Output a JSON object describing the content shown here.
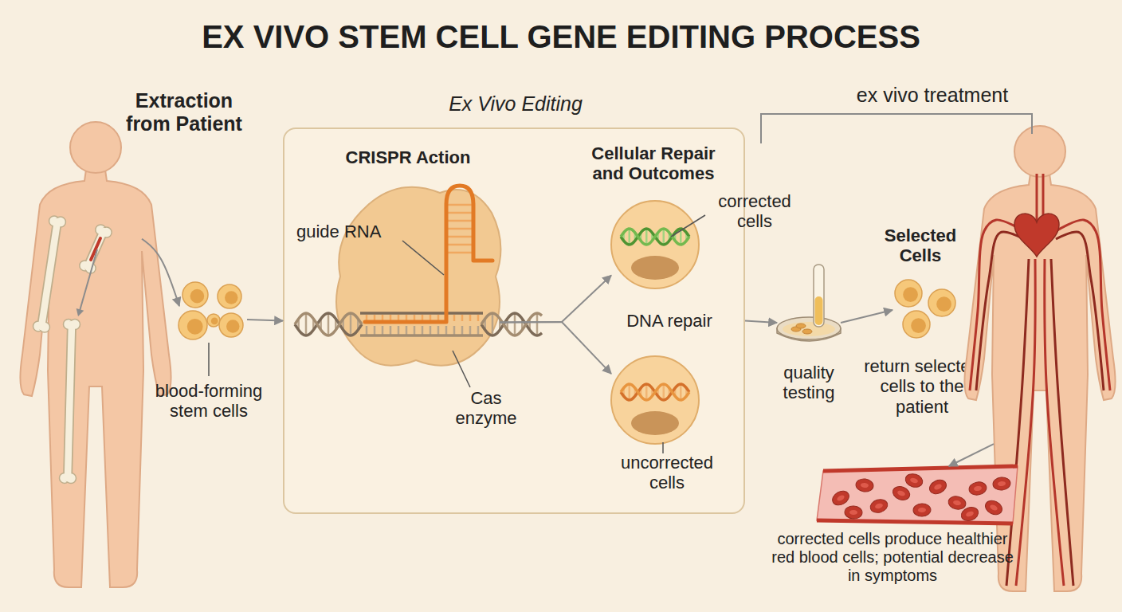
{
  "diagram": {
    "title": "EX VIVO STEM CELL GENE EDITING PROCESS",
    "nodes": [
      {
        "text": [
          "Extraction from Patient"
        ]
      },
      {
        "text": [
          "blood-forming stem cells"
        ]
      },
      {
        "text": [
          "Ex Vivo Editing"
        ]
      },
      {
        "text": [
          "CRISPR Action"
        ],
        "in": 2
      },
      {
        "text": [
          "corrected cells"
        ],
        "in": 2
      },
      {
        "text": [
          "uncorrected cells"
        ],
        "in": 2
      },
      {
        "text": [
          "quality testing"
        ]
      },
      {
        "text": [
          "Selected Cells",
          "return selected cells to the patient"
        ]
      },
      {
        "text": [
          "ex vivo treatment"
        ]
      },
      {
        "text": [
          "corrected cells produce healthier red blood cells; potential decrease in symptoms"
        ]
      }
    ],
    "edges": [
      {
        "from": 0,
        "to": 1,
        "arrow": "to"
      },
      {
        "from": 1,
        "to": 2,
        "arrow": "to"
      },
      {
        "from": 3,
        "to": 4,
        "arrow": "to"
      },
      {
        "from": 3,
        "to": 5,
        "arrow": "to"
      },
      {
        "from": 2,
        "to": 6,
        "arrow": "to"
      },
      {
        "from": 6,
        "to": 7,
        "arrow": "to"
      },
      {
        "from": 8,
        "to": 9,
        "arrow": "to"
      }
    ],
    "labels": [
      "guide RNA",
      "Cas enzyme",
      "Cellular Repair and Outcomes",
      "DNA repair"
    ]
  }
}
